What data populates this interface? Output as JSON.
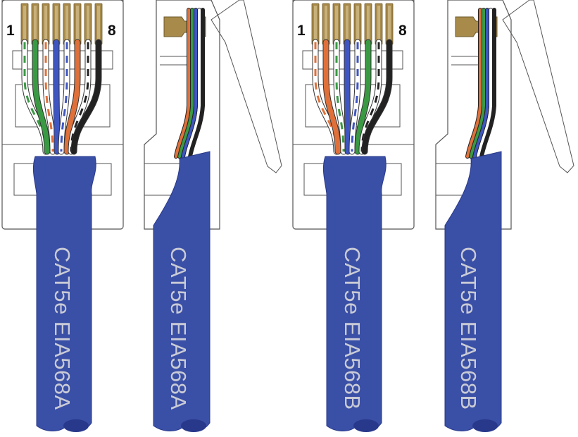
{
  "colors": {
    "cable": "#3a4fa6",
    "cable_dark": "#28388a",
    "cable_text": "#c9cbd6",
    "contact": "#a88a4a",
    "contact_light": "#c8b07a",
    "wire_green": "#3a9a44",
    "wire_orange": "#e0703a",
    "wire_blue": "#3f56c2",
    "wire_brown": "#222222",
    "wire_white": "#ffffff"
  },
  "connectors": [
    {
      "pin_first": "1",
      "pin_last": "8",
      "label": "CAT5e EIA568A",
      "wires": [
        "white-green",
        "green",
        "white-orange",
        "blue",
        "white-blue",
        "orange",
        "white-brown",
        "brown"
      ]
    },
    {
      "label": "CAT5e EIA568A"
    },
    {
      "pin_first": "1",
      "pin_last": "8",
      "label": "CAT5e EIA568B",
      "wires": [
        "white-orange",
        "orange",
        "white-green",
        "blue",
        "white-blue",
        "green",
        "white-brown",
        "brown"
      ]
    },
    {
      "label": "CAT5e EIA568B"
    }
  ]
}
